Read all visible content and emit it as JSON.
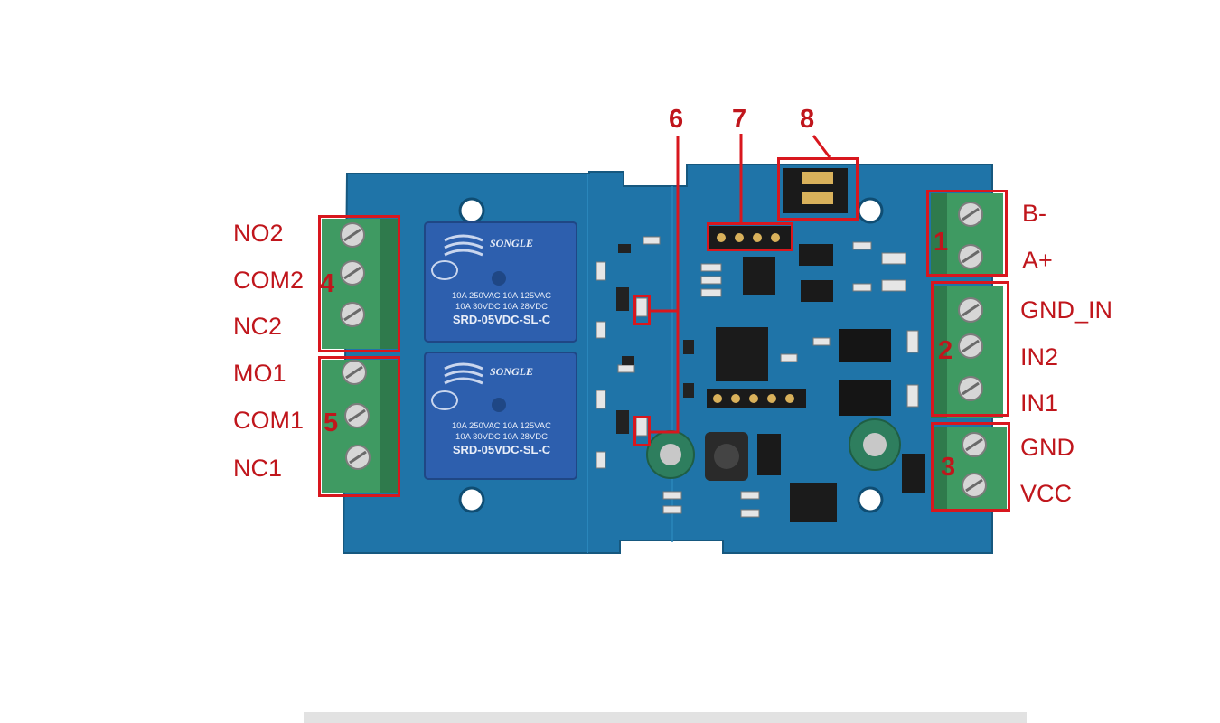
{
  "relay": {
    "brand": "SONGLE",
    "model": "SRD-05VDC-SL-C",
    "rating_line1": "10A 250VAC  10A 125VAC",
    "rating_line2": "10A 30VDC   10A 28VDC"
  },
  "callouts": {
    "n1": "1",
    "n2": "2",
    "n3": "3",
    "n4": "4",
    "n5": "5",
    "n6": "6",
    "n7": "7",
    "n8": "8"
  },
  "left_labels": {
    "no2": "NO2",
    "com2": "COM2",
    "nc2": "NC2",
    "mo1": "MO1",
    "com1": "COM1",
    "nc1": "NC1"
  },
  "right_labels": {
    "bminus": "B-",
    "aplus": "A+",
    "gnd_in": "GND_IN",
    "in2": "IN2",
    "in1": "IN1",
    "gnd": "GND",
    "vcc": "VCC"
  },
  "colors": {
    "pcb": "#1f74a8",
    "terminal": "#3f9a62",
    "relay": "#2d5fae",
    "annotation": "#c0161c"
  }
}
